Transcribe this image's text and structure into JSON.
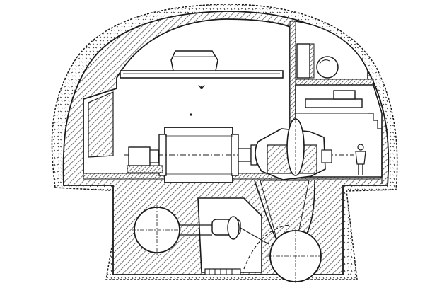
{
  "figure": {
    "kind": "engineering-cross-section-drawing",
    "printed_text": [],
    "colors": {
      "ink": "#1a1a1a",
      "paper": "#ffffff",
      "hatch": "#2a2a2a"
    },
    "components": [
      "rock-surround",
      "concrete-lining",
      "machine-hall-vault",
      "crane-beam",
      "crane-hook",
      "generator",
      "shaft-coupling",
      "exciter",
      "turbine-spiral-casing",
      "turbine-runner",
      "draft-tube",
      "inlet-valve-spheres",
      "valve-gallery",
      "valve-actuator",
      "control-gallery",
      "ventilation-fan",
      "transformer-cabinet",
      "staircase",
      "human-figure-scale"
    ]
  }
}
